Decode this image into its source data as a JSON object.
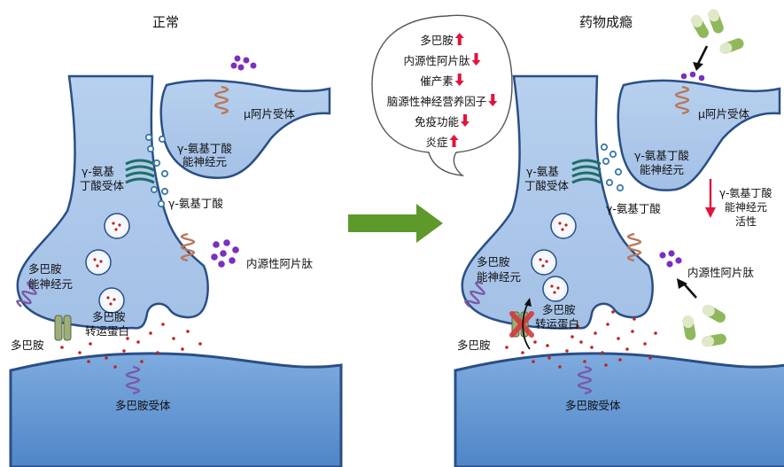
{
  "left_panel": {
    "title": "正常",
    "labels": {
      "mu_receptor": "μ阿片受体",
      "gaba_neuron_1": "γ-氨基丁酸",
      "gaba_neuron_2": "能神经元",
      "gaba_receptor_1": "γ-氨基",
      "gaba_receptor_2": "丁酸受体",
      "gaba": "γ-氨基丁酸",
      "endorphin": "内源性阿片肽",
      "da_neuron_1": "多巴胺",
      "da_neuron_2": "能神经元",
      "transporter_1": "多巴胺",
      "transporter_2": "转运蛋白",
      "dopamine": "多巴胺",
      "da_receptor": "多巴胺受体"
    }
  },
  "right_panel": {
    "title": "药物成瘾",
    "labels": {
      "mu_receptor": "μ阿片受体",
      "gaba_neuron_1": "γ-氨基丁酸",
      "gaba_neuron_2": "能神经元",
      "gaba_receptor_1": "γ-氨基",
      "gaba_receptor_2": "丁酸受体",
      "gaba": "γ-氨基丁酸",
      "gaba_activity_1": "γ-氨基丁酸",
      "gaba_activity_2": "能神经元",
      "gaba_activity_3": "活性",
      "endorphin": "内源性阿片肽",
      "da_neuron_1": "多巴胺",
      "da_neuron_2": "能神经元",
      "transporter_1": "多巴胺",
      "transporter_2": "转运蛋白",
      "dopamine": "多巴胺",
      "da_receptor": "多巴胺受体"
    }
  },
  "bubble": {
    "items": [
      {
        "text": "多巴胺",
        "dir": "up"
      },
      {
        "text": "内源性阿片肽",
        "dir": "down"
      },
      {
        "text": "催产素",
        "dir": "down"
      },
      {
        "text": "脑源性神经营养因子",
        "dir": "down"
      },
      {
        "text": "免疫功能",
        "dir": "down"
      },
      {
        "text": "炎症",
        "dir": "up"
      }
    ]
  },
  "colors": {
    "neuron_fill": "#aec8ea",
    "neuron_stroke": "#2a4f86",
    "post_fill": "#6f9fd6",
    "arrow_green": "#5e9a2b",
    "up_down_red": "#e0143c",
    "dopamine_dot": "#c0231f",
    "endorphin_dot": "#7a2fc0",
    "gaba_dot": "#3a7aa6",
    "pill_green": "#8fb85a"
  }
}
